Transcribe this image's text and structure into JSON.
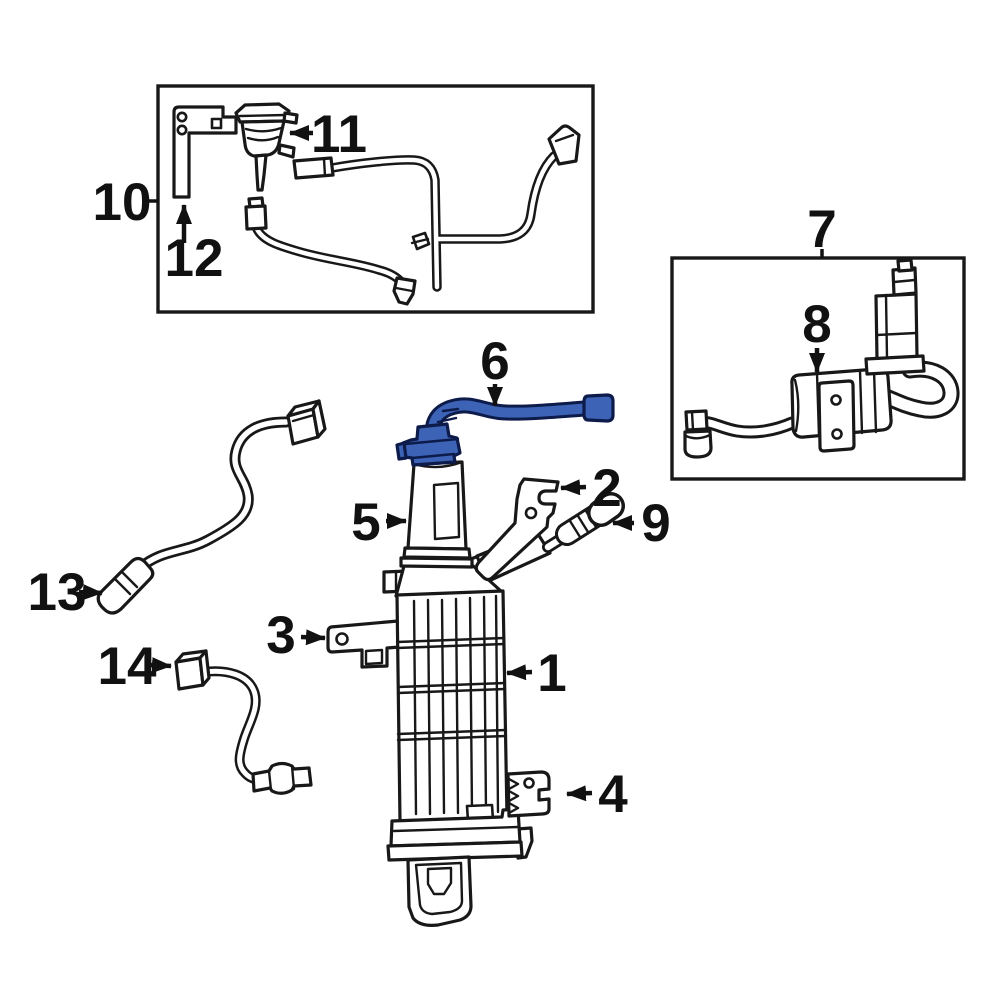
{
  "style": {
    "background_color": "#ffffff",
    "line_color": "#181818",
    "highlight_fill": "#3d63b6",
    "highlight_outline": "#0d1b4b"
  },
  "callouts": {
    "labels": [
      "1",
      "2",
      "3",
      "4",
      "5",
      "6",
      "7",
      "8",
      "9",
      "10",
      "11",
      "12",
      "13",
      "14"
    ]
  }
}
